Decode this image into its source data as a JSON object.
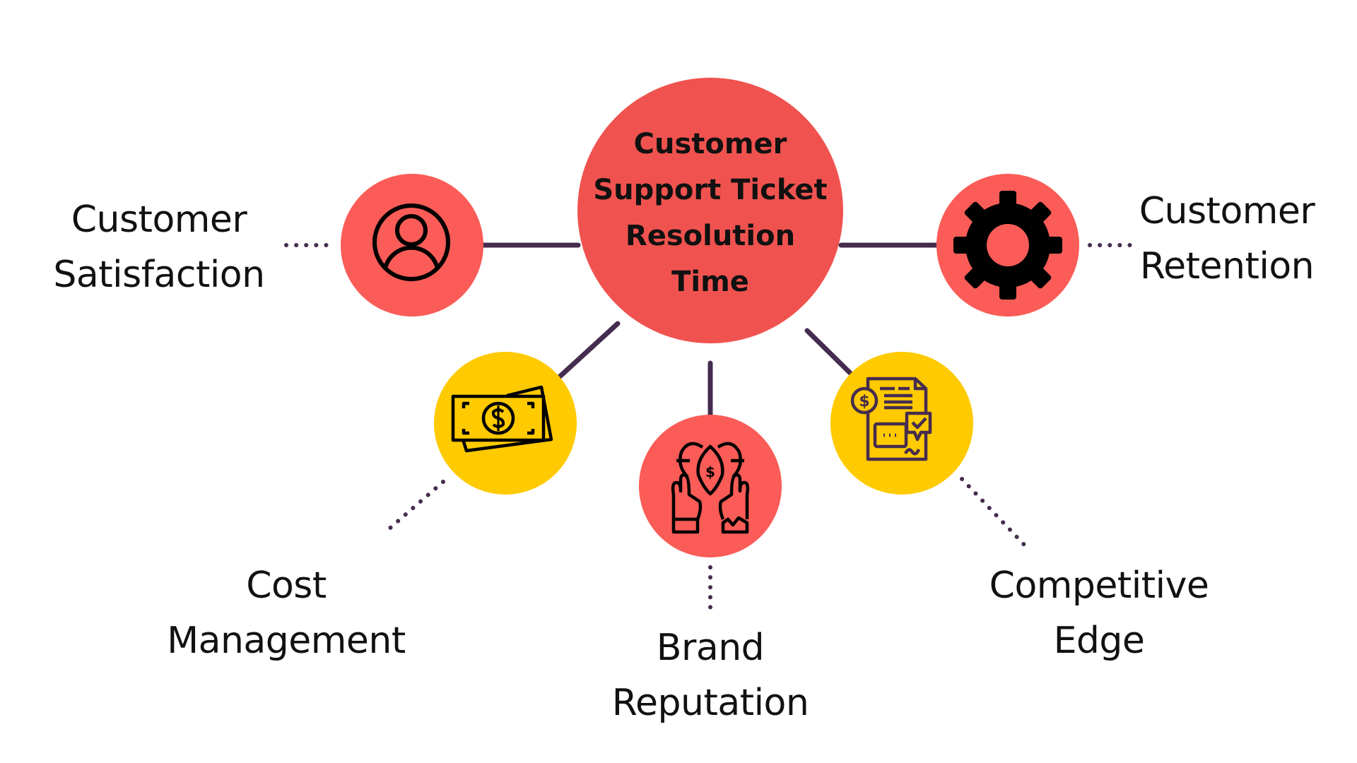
{
  "colors": {
    "center_fill": "#F0534F",
    "node_red": "#FB5C57",
    "node_yellow": "#FFCA00",
    "connector": "#452C4E",
    "icon_dark": "#000000",
    "icon_plum": "#452C4E"
  },
  "center": {
    "title_lines": [
      "Customer",
      "Support Ticket",
      "Resolution",
      "Time"
    ]
  },
  "nodes": [
    {
      "id": "customer-satisfaction",
      "label_lines": [
        "Customer",
        "Satisfaction"
      ],
      "icon": "user-icon",
      "color": "red"
    },
    {
      "id": "customer-retention",
      "label_lines": [
        "Customer",
        "Retention"
      ],
      "icon": "gear-icon",
      "color": "red"
    },
    {
      "id": "cost-management",
      "label_lines": [
        "Cost",
        "Management"
      ],
      "icon": "money-bills-icon",
      "color": "yellow"
    },
    {
      "id": "brand-reputation",
      "label_lines": [
        "Brand",
        "Reputation"
      ],
      "icon": "hands-heart-dollar-icon",
      "color": "red"
    },
    {
      "id": "competitive-edge",
      "label_lines": [
        "Competitive",
        "Edge"
      ],
      "icon": "document-dollar-check-icon",
      "color": "yellow"
    }
  ]
}
